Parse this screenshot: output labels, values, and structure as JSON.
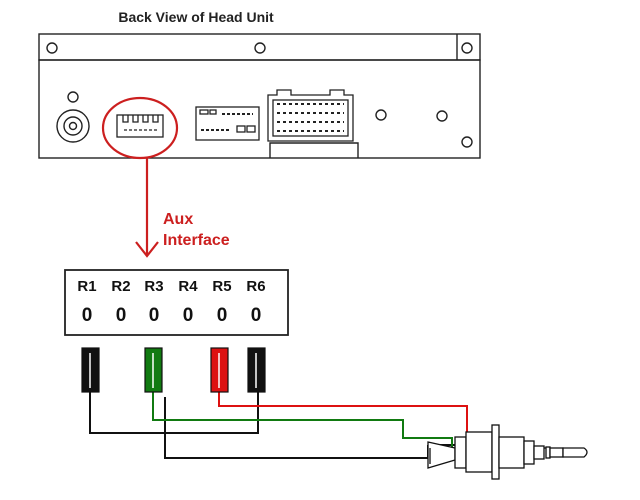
{
  "title": "Back View of Head Unit",
  "aux_label_line1": "Aux",
  "aux_label_line2": "Interface",
  "pins": [
    {
      "label": "R1",
      "value": "0"
    },
    {
      "label": "R2",
      "value": "0"
    },
    {
      "label": "R3",
      "value": "0"
    },
    {
      "label": "R4",
      "value": "0"
    },
    {
      "label": "R5",
      "value": "0"
    },
    {
      "label": "R6",
      "value": "0"
    }
  ],
  "colors": {
    "highlight": "#cc1f1f",
    "aux_text": "#cc1f1f",
    "wire_black": "#111111",
    "wire_green": "#117a11",
    "wire_red": "#dd1111"
  },
  "leads": [
    {
      "pin": "R1",
      "color": "black"
    },
    {
      "pin": "R3",
      "color": "green"
    },
    {
      "pin": "R5",
      "color": "red"
    },
    {
      "pin": "R6",
      "color": "black"
    }
  ]
}
